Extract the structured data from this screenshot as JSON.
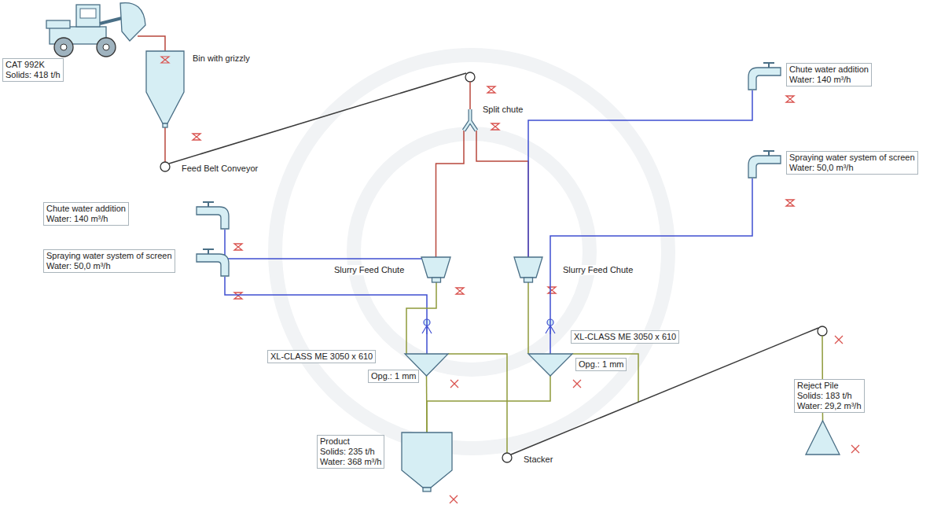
{
  "diagram": {
    "nodes": [
      {
        "text": [
          "CAT 992K",
          "Solids: 418 t/h"
        ]
      },
      {
        "text": [
          "Bin with grizzly"
        ]
      },
      {
        "text": [
          "Feed Belt Conveyor"
        ]
      },
      {
        "text": [
          "Split chute"
        ]
      },
      {
        "text": [
          "Chute water addition",
          "Water: 140 m³/h"
        ]
      },
      {
        "text": [
          "Spraying water system of screen",
          "Water: 50,0 m³/h"
        ]
      },
      {
        "text": [
          "Chute water addition",
          "Water: 140 m³/h"
        ]
      },
      {
        "text": [
          "Spraying water system of screen",
          "Water: 50,0 m³/h"
        ]
      },
      {
        "text": [
          "Slurry Feed Chute"
        ]
      },
      {
        "text": [
          "Slurry Feed Chute"
        ]
      },
      {
        "text": [
          "XL-CLASS ME 3050 x 610",
          "Opg.: 1 mm"
        ]
      },
      {
        "text": [
          "XL-CLASS ME 3050 x 610",
          "Opg.: 1 mm"
        ]
      },
      {
        "text": [
          "Product",
          "Solids: 235 t/h",
          "Water: 368 m³/h"
        ]
      },
      {
        "text": [
          "Stacker"
        ]
      },
      {
        "text": [
          "Reject Pile",
          "Solids: 183 t/h",
          "Water: 29,2 m³/h"
        ]
      }
    ],
    "edges": [
      {
        "from": 0,
        "to": 1,
        "arrow": "none"
      },
      {
        "from": 1,
        "to": 2,
        "arrow": "none"
      },
      {
        "from": 2,
        "to": 3,
        "arrow": "none"
      },
      {
        "from": 3,
        "to": 8,
        "arrow": "none"
      },
      {
        "from": 3,
        "to": 9,
        "arrow": "none"
      },
      {
        "from": 6,
        "to": 8,
        "arrow": "none"
      },
      {
        "from": 4,
        "to": 9,
        "arrow": "none"
      },
      {
        "from": 5,
        "to": 11,
        "arrow": "none"
      },
      {
        "from": 7,
        "to": 10,
        "arrow": "none"
      },
      {
        "from": 8,
        "to": 10,
        "arrow": "none"
      },
      {
        "from": 9,
        "to": 11,
        "arrow": "none"
      },
      {
        "from": 10,
        "to": 12,
        "arrow": "none"
      },
      {
        "from": 11,
        "to": 12,
        "arrow": "none"
      },
      {
        "from": 10,
        "to": 13,
        "arrow": "none"
      },
      {
        "from": 11,
        "to": 13,
        "arrow": "none"
      },
      {
        "from": 13,
        "to": 14,
        "arrow": "none"
      }
    ]
  }
}
